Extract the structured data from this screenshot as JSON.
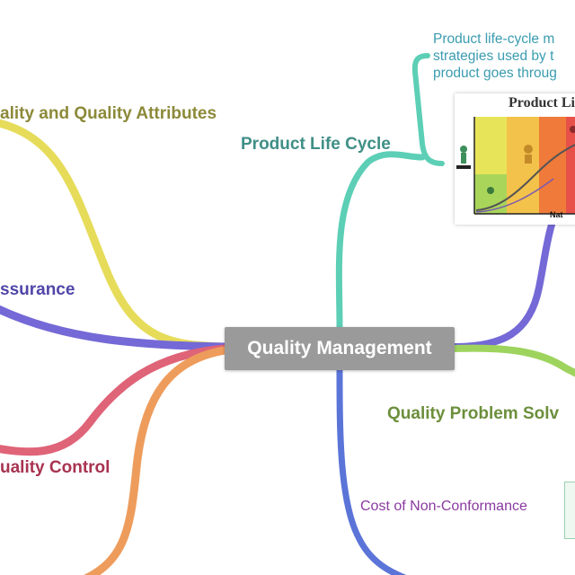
{
  "central_topic": "Quality Management",
  "branches": {
    "quality_attributes": "ality and Quality Attributes",
    "assurance": "ssurance",
    "quality_control": "uality Control",
    "product_life_cycle": "Product Life Cycle",
    "quality_problem_solving": "Quality Problem Solv",
    "cost_non_conformance": "Cost of Non-Conformance"
  },
  "note": {
    "lines": [
      "Product life-cycle m",
      "strategies used by t",
      "product goes throug"
    ]
  },
  "thumbnail": {
    "title": "Product Life",
    "axis_label": "Nat"
  },
  "colors": {
    "yellow_branch": "#e6dc5a",
    "purple_branch": "#7469d6",
    "red_branch": "#df6478",
    "orange_branch": "#ee9c5c",
    "teal_branch": "#5ccfb6",
    "blue_branch": "#5b74d8",
    "green_branch": "#9ed45e",
    "central_box": "#9a9a9a"
  }
}
